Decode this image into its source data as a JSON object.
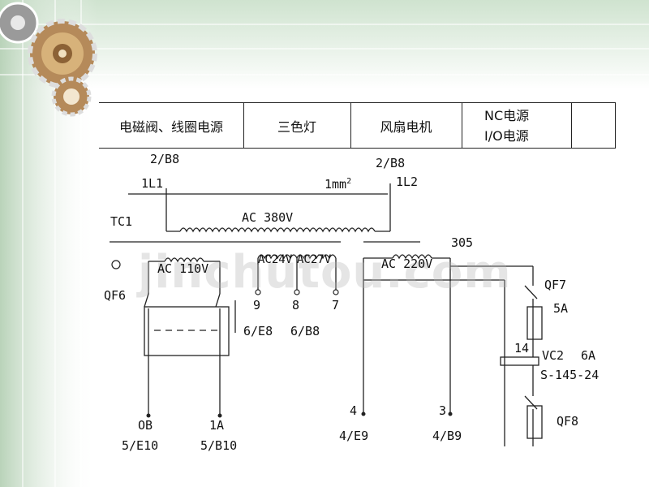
{
  "header": {
    "col1": "电磁阀、线圈电源",
    "col2": "三色灯",
    "col3": "风扇电机",
    "col4_line1": "NC电源",
    "col4_line2": "I/O电源"
  },
  "labels": {
    "top_left_ref": "2/B8",
    "top_right_ref": "2/B8",
    "l1": "1L1",
    "l2": "1L2",
    "wire_size": "1mm",
    "wire_size_sup": "2",
    "transformer": "TC1",
    "primary_voltage": "AC 380V",
    "ac110": "AC 110V",
    "ac24": "AC24V",
    "ac27": "AC27V",
    "ac220": "AC 220V",
    "t9": "9",
    "t8": "8",
    "t7": "7",
    "n305": "305",
    "qf6": "QF6",
    "ref_6e8": "6/E8",
    "ref_6b8": "6/B8",
    "qf7": "QF7",
    "qf7_rating": "5A",
    "n14": "14",
    "vc2": "VC2",
    "vc2_rating": "6A",
    "vc2_model": "S-145-24",
    "qf8": "QF8",
    "ob": "OB",
    "ob_ref": "5/E10",
    "n1a": "1A",
    "n1a_ref": "5/B10",
    "t4": "4",
    "t4_ref": "4/E9",
    "t3": "3",
    "t3_ref": "4/B9"
  },
  "watermark": "jinchutou.com",
  "colors": {
    "line": "#222222",
    "accent_green": "#c9dfc9"
  }
}
